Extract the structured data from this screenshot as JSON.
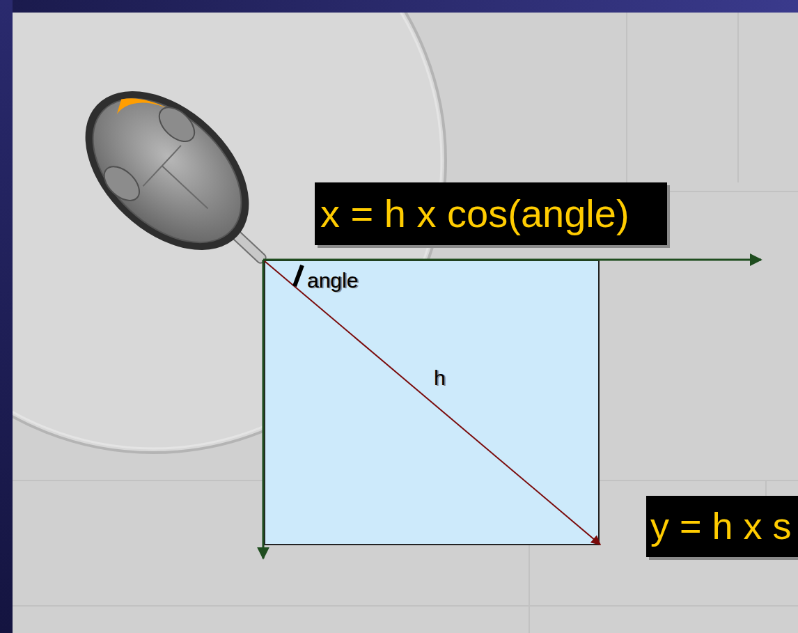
{
  "diagram": {
    "nodes": [
      {
        "text": [
          "x = h x cos(angle)"
        ]
      },
      {
        "text": [
          "y = h x s"
        ]
      }
    ],
    "labels": [
      "angle",
      "h"
    ]
  }
}
